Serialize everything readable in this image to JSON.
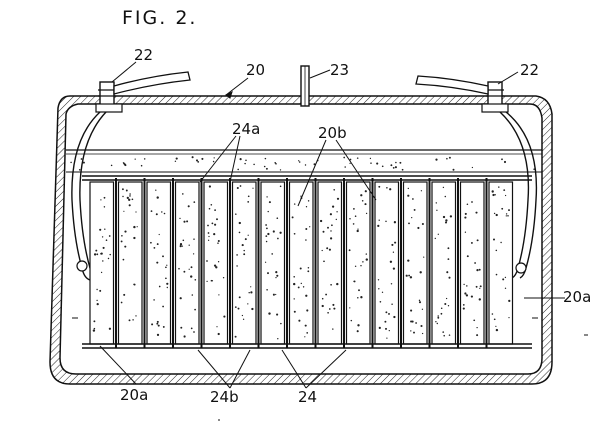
{
  "figure": {
    "title": "FIG. 2.",
    "labels": {
      "ref_22_left": "22",
      "ref_20_top": "20",
      "ref_23": "23",
      "ref_22_right": "22",
      "ref_24a": "24a",
      "ref_20b": "20b",
      "ref_20a_right": "20a",
      "ref_20a_bottom": "20a",
      "ref_24b": "24b",
      "ref_24": "24"
    }
  }
}
